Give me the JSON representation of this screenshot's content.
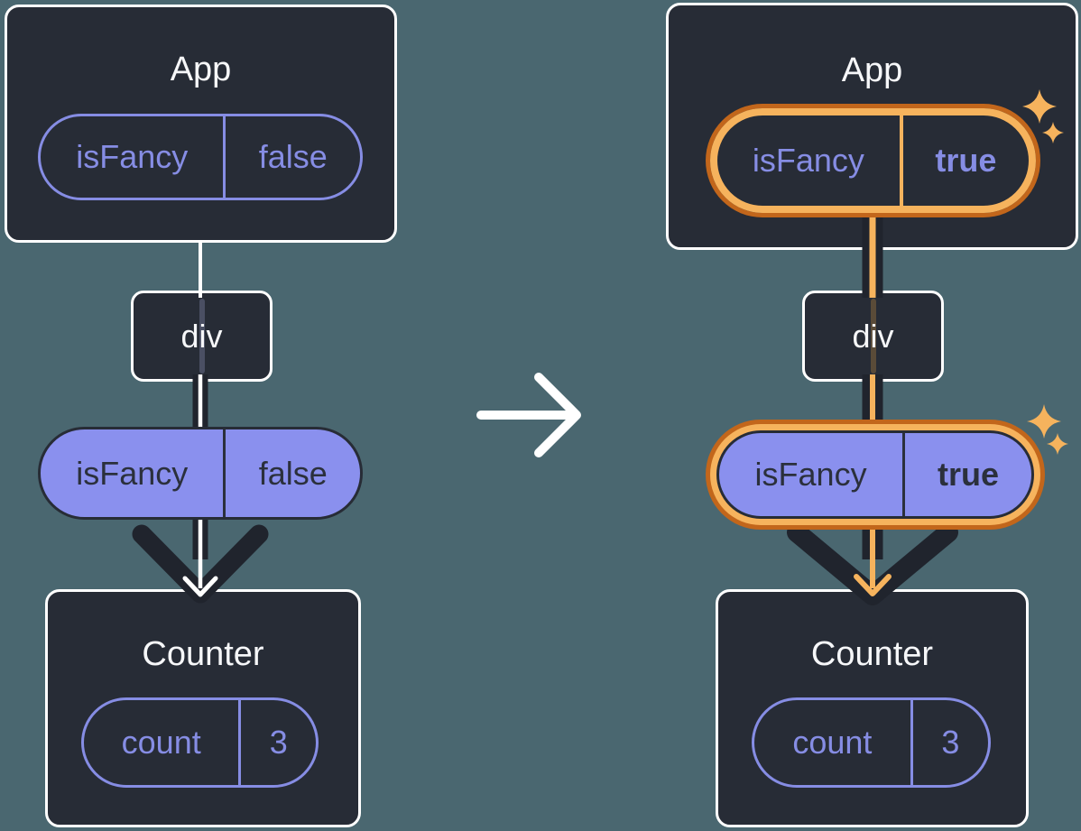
{
  "left_tree": {
    "app": {
      "title": "App",
      "state": {
        "name": "isFancy",
        "value": "false"
      }
    },
    "div": {
      "label": "div"
    },
    "prop": {
      "name": "isFancy",
      "value": "false"
    },
    "counter": {
      "title": "Counter",
      "state": {
        "name": "count",
        "value": "3"
      }
    }
  },
  "right_tree": {
    "app": {
      "title": "App",
      "state": {
        "name": "isFancy",
        "value": "true"
      }
    },
    "div": {
      "label": "div"
    },
    "prop": {
      "name": "isFancy",
      "value": "true"
    },
    "counter": {
      "title": "Counter",
      "state": {
        "name": "count",
        "value": "3"
      }
    }
  },
  "icons": {
    "transition": "arrow-right",
    "highlight": "sparkles"
  },
  "colors": {
    "background": "#4A6770",
    "panel_dark": "#272C36",
    "arrow_dark": "#20242D",
    "purple": "#868DE4",
    "purple_fill": "#8A90EE",
    "dark_text": "#2B303C",
    "orange_light": "#F6B35D",
    "orange_dark": "#C2661B",
    "white": "#FFFFFF"
  }
}
